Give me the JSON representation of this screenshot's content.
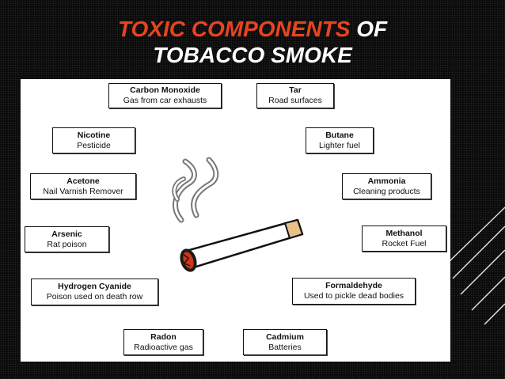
{
  "title": {
    "line1_accent": "TOXIC COMPONENTS",
    "line1_rest": "OF",
    "line2": "TOBACCO SMOKE"
  },
  "colors": {
    "accent": "#e8441e",
    "background": "#0b0b0b",
    "panel": "#ffffff"
  },
  "components": [
    {
      "name": "Carbon Monoxide",
      "use": "Gas from car exhausts"
    },
    {
      "name": "Tar",
      "use": "Road surfaces"
    },
    {
      "name": "Nicotine",
      "use": "Pesticide"
    },
    {
      "name": "Butane",
      "use": "Lighter fuel"
    },
    {
      "name": "Acetone",
      "use": "Nail Varnish Remover"
    },
    {
      "name": "Ammonia",
      "use": "Cleaning products"
    },
    {
      "name": "Arsenic",
      "use": "Rat poison"
    },
    {
      "name": "Methanol",
      "use": "Rocket Fuel"
    },
    {
      "name": "Hydrogen Cyanide",
      "use": "Poison used on death row"
    },
    {
      "name": "Formaldehyde",
      "use": "Used to pickle dead bodies"
    },
    {
      "name": "Radon",
      "use": "Radioactive gas"
    },
    {
      "name": "Cadmium",
      "use": "Batteries"
    }
  ],
  "icons": [
    "cigarette-icon",
    "smoke-icon",
    "diagonal-stripes"
  ]
}
